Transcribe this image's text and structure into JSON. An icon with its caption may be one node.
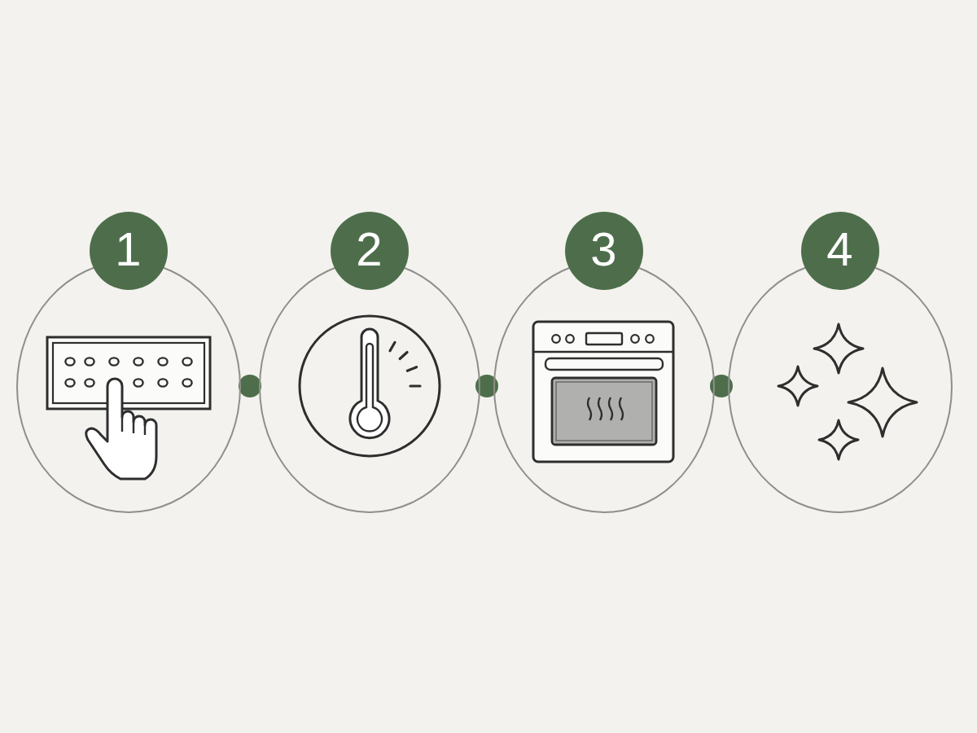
{
  "diagram": {
    "nodes": [
      {
        "text": [
          "1"
        ]
      },
      {
        "text": [
          "2"
        ]
      },
      {
        "text": [
          "3"
        ]
      },
      {
        "text": [
          "4"
        ]
      }
    ],
    "edges": [
      {
        "from": 0,
        "to": 1,
        "arrow": "other"
      },
      {
        "from": 1,
        "to": 2,
        "arrow": "other"
      },
      {
        "from": 2,
        "to": 3,
        "arrow": "other"
      }
    ]
  }
}
